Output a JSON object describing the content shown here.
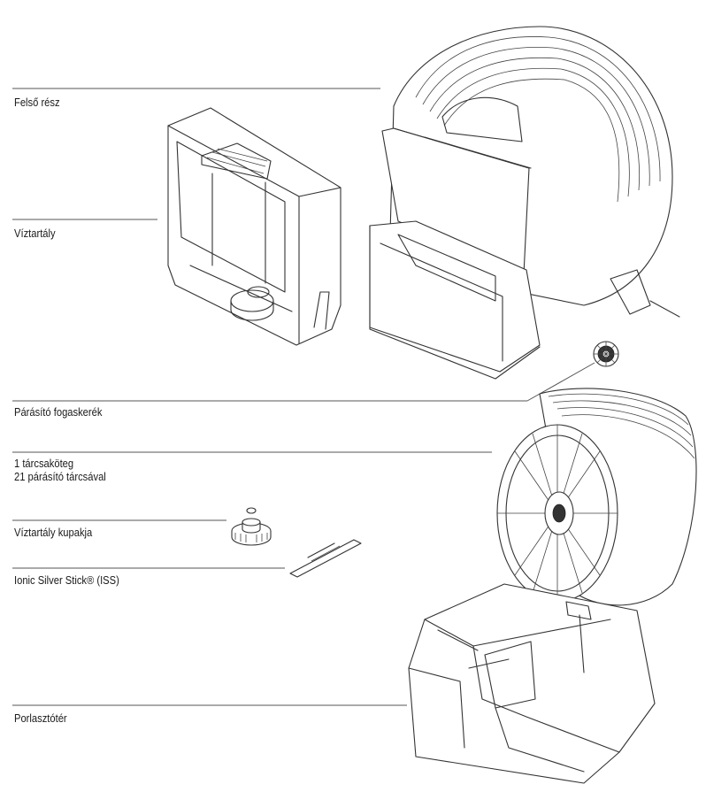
{
  "parts": [
    {
      "key": "felso-resz",
      "lines": [
        "Felső rész"
      ]
    },
    {
      "key": "viztartaly",
      "lines": [
        "Víztartály"
      ]
    },
    {
      "key": "parasito-fogaskerek",
      "lines": [
        "Párásító fogaskerék"
      ]
    },
    {
      "key": "tarcsakoteg",
      "lines": [
        "1 tárcsaköteg",
        "21 párásító tárcsával"
      ]
    },
    {
      "key": "viztartaly-kupakja",
      "lines": [
        "Víztartály kupakja"
      ]
    },
    {
      "key": "ionic-silver-stick",
      "lines": [
        "Ionic Silver Stick® (ISS)"
      ]
    },
    {
      "key": "porlasztoter",
      "lines": [
        "Porlasztótér"
      ]
    }
  ]
}
